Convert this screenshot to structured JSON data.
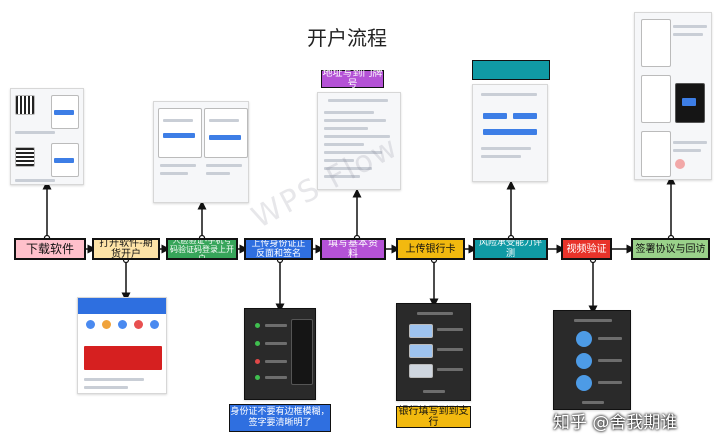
{
  "title": "开户流程",
  "steps": [
    {
      "label": "下载软件",
      "color": "#ffc0cb"
    },
    {
      "label": "打开软件-期货开户",
      "color": "#fde3a7"
    },
    {
      "label": "人脸验证-手机号码验证码登录上开户",
      "color": "#37a55a"
    },
    {
      "label": "上传身份证正反面和签名",
      "color": "#2f6fe0"
    },
    {
      "label": "填写基本资料",
      "color": "#b452d6"
    },
    {
      "label": "上传银行卡",
      "color": "#f2b90f"
    },
    {
      "label": "风险承受能力评测",
      "color": "#109aa4"
    },
    {
      "label": "视频验证",
      "color": "#e8332a"
    },
    {
      "label": "签署协议与回访",
      "color": "#9ad18a"
    }
  ],
  "notes": {
    "top_address": "地址写到门牌号",
    "top_risk": "",
    "bottom_id": "身份证不要有边框模糊，签字要清晰明了",
    "bottom_bank": "银行填写到到支行"
  },
  "watermark": "WPS Flow",
  "corner_watermark": "知乎 @舍我期谁",
  "arrow_color": "#111111"
}
